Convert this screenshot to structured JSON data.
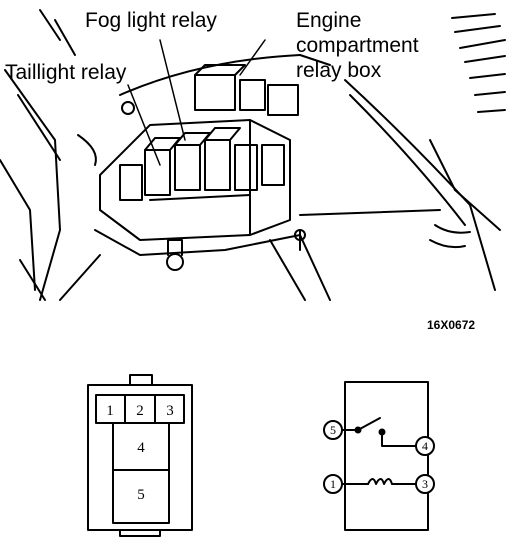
{
  "labels": {
    "fog_light_relay": "Fog light relay",
    "taillight_relay": "Taillight relay",
    "engine_line1": "Engine",
    "engine_line2": "compartment",
    "engine_line3": "relay box"
  },
  "figure_code": "16X0672",
  "connector": {
    "pins": [
      "1",
      "2",
      "3",
      "4",
      "5"
    ]
  },
  "schematic": {
    "terminals": [
      "5",
      "4",
      "1",
      "3"
    ]
  }
}
